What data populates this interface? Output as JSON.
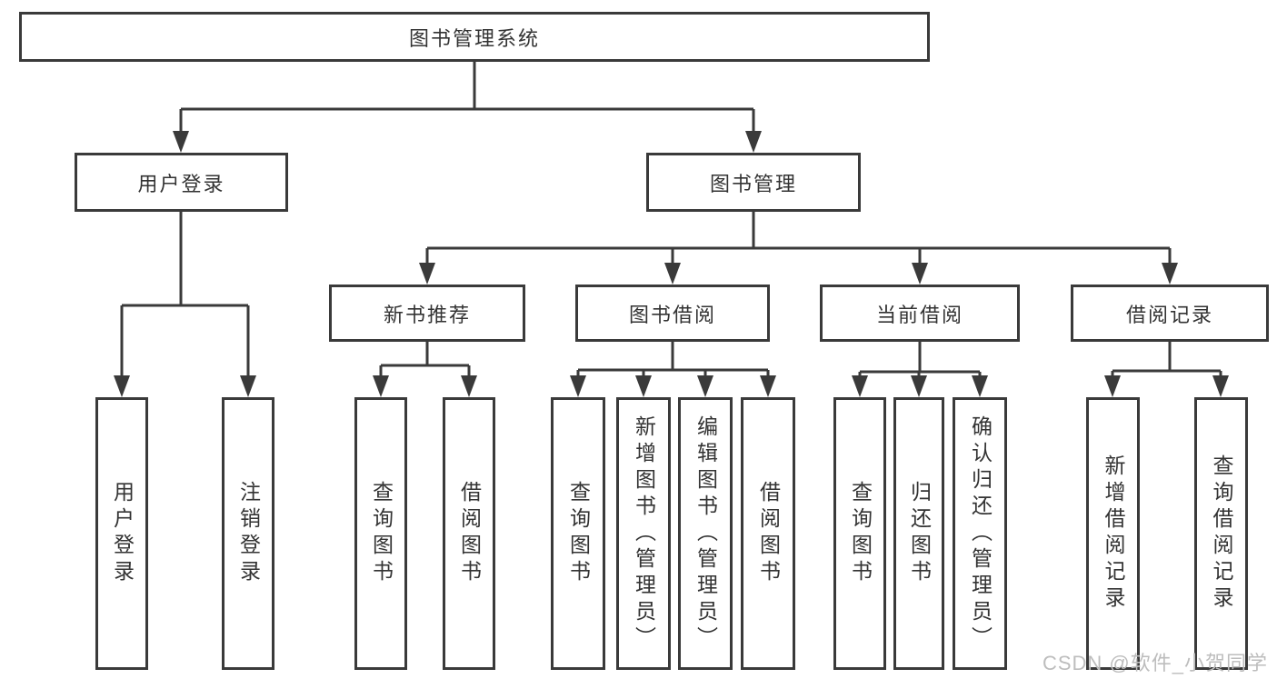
{
  "colors": {
    "line": "#3a3a3a",
    "text": "#333333",
    "watermark": "#bdbdbd",
    "background": "#ffffff"
  },
  "tree": {
    "root": {
      "label": "图书管理系统"
    },
    "branches": [
      {
        "label": "用户登录",
        "children": [
          {
            "label": "用户登录"
          },
          {
            "label": "注销登录"
          }
        ]
      },
      {
        "label": "图书管理",
        "children": [
          {
            "label": "新书推荐",
            "children": [
              {
                "label": "查询图书"
              },
              {
                "label": "借阅图书"
              }
            ]
          },
          {
            "label": "图书借阅",
            "children": [
              {
                "label": "查询图书"
              },
              {
                "label": "新增图书（管理员）"
              },
              {
                "label": "编辑图书（管理员）"
              },
              {
                "label": "借阅图书"
              }
            ]
          },
          {
            "label": "当前借阅",
            "children": [
              {
                "label": "查询图书"
              },
              {
                "label": "归还图书"
              },
              {
                "label": "确认归还（管理员）"
              }
            ]
          },
          {
            "label": "借阅记录",
            "children": [
              {
                "label": "新增借阅记录"
              },
              {
                "label": "查询借阅记录"
              }
            ]
          }
        ]
      }
    ]
  },
  "watermark": {
    "text": "CSDN @软件_小贺同学"
  }
}
